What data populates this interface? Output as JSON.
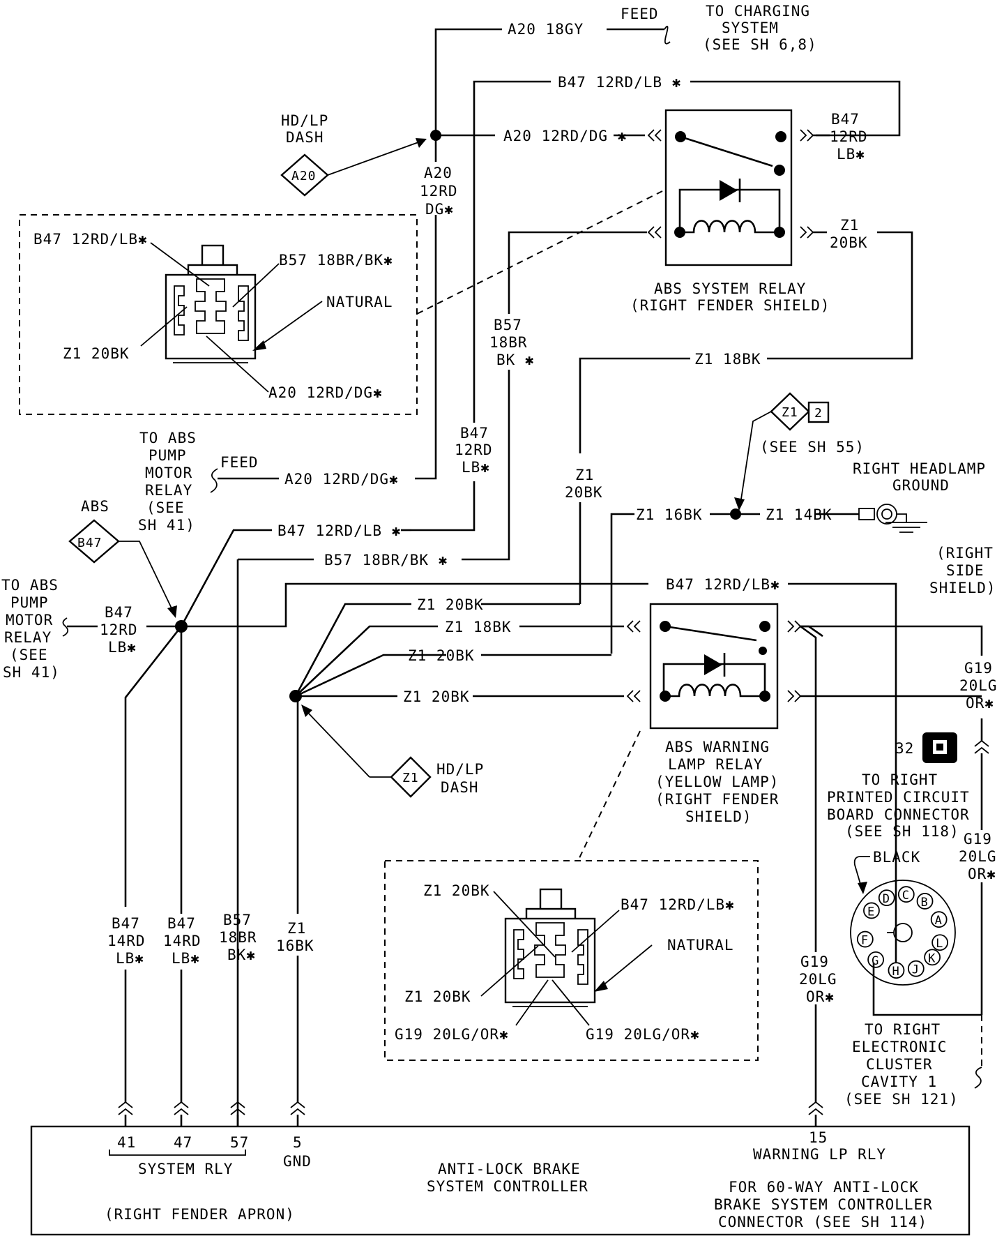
{
  "top": {
    "a20_18gy": "A20 18GY",
    "feed": "FEED",
    "charging_1": "TO CHARGING",
    "charging_2": "SYSTEM",
    "charging_3": "(SEE SH 6,8)",
    "b47_top": "B47 12RD/LB ✱",
    "hdlp_1": "HD/LP",
    "hdlp_2": "DASH",
    "a20_diamond": "A20",
    "a20_relay": "A20 12RD/DG ✱",
    "a20_vert_1": "A20",
    "a20_vert_2": "12RD",
    "a20_vert_3": "DG✱",
    "b47_r_1": "B47",
    "b47_r_2": "12RD",
    "b47_r_3": "LB✱",
    "z1_r_1": "Z1",
    "z1_r_2": "20BK"
  },
  "abs_system_relay": {
    "name_1": "ABS SYSTEM RELAY",
    "name_2": "(RIGHT FENDER SHIELD)"
  },
  "connector_detail_1": {
    "b47": "B47 12RD/LB✱",
    "b57": "B57 18BR/BK✱",
    "natural": "NATURAL",
    "z1": "Z1 20BK",
    "a20": "A20 12RD/DG✱"
  },
  "middle": {
    "b57_1": "B57",
    "b57_2": "18BR",
    "b57_3": "BK ✱",
    "z1_18bk": "Z1 18BK",
    "z1_diamond": "Z1",
    "z1_diamond_sheet": "2",
    "see_sh55": "(SEE SH 55)",
    "headlamp_1": "RIGHT HEADLAMP",
    "headlamp_2": "GROUND",
    "side_1": "(RIGHT",
    "side_2": "SIDE",
    "side_3": "SHIELD)",
    "pump_top_1": "TO ABS",
    "pump_top_2": "PUMP",
    "pump_top_3": "MOTOR",
    "pump_top_4": "RELAY",
    "pump_top_5": "(SEE",
    "pump_top_6": "SH 41)",
    "feed": "FEED",
    "a20_feed": "A20 12RD/DG✱",
    "b47_v_1": "B47",
    "b47_v_2": "12RD",
    "b47_v_3": "LB✱",
    "z1_v_1": "Z1",
    "z1_v_2": "20BK",
    "z1_16bk": "Z1 16BK",
    "z1_14bk": "Z1 14BK",
    "abs_label": "ABS",
    "b47_diamond": "B47",
    "b47_mid": "B47 12RD/LB ✱",
    "b57_mid": "B57 18BR/BK ✱",
    "b47_lamp": "B47 12RD/LB✱"
  },
  "left": {
    "pump_1": "TO ABS",
    "pump_2": "PUMP",
    "pump_3": "MOTOR",
    "pump_4": "RELAY",
    "pump_5": "(SEE",
    "pump_6": "SH 41)",
    "b47_1": "B47",
    "b47_2": "12RD",
    "b47_3": "LB✱"
  },
  "lamp_relay_wires": {
    "z1_a": "Z1 20BK",
    "z1_b": "Z1 18BK",
    "z1_c": "Z1 20BK",
    "z1_d": "Z1 20BK"
  },
  "abs_warning_relay": {
    "name_1": "ABS WARNING",
    "name_2": "LAMP RELAY",
    "name_3": "(YELLOW LAMP)",
    "name_4": "(RIGHT FENDER",
    "name_5": "SHIELD)"
  },
  "hdlp_z1": {
    "diamond": "Z1",
    "l1": "HD/LP",
    "l2": "DASH"
  },
  "right": {
    "g19_1": "G19",
    "g19_2": "20LG",
    "g19_3": "OR✱",
    "pcb_num": "32",
    "pcb_1": "TO RIGHT",
    "pcb_2": "PRINTED CIRCUIT",
    "pcb_3": "BOARD CONNECTOR",
    "pcb_4": "(SEE SH 118)",
    "g19b_1": "G19",
    "g19b_2": "20LG",
    "g19b_3": "OR✱",
    "black": "BLACK",
    "pins": [
      "A",
      "B",
      "C",
      "D",
      "E",
      "F",
      "G",
      "H",
      "J",
      "K",
      "L"
    ],
    "g19c_1": "G19",
    "g19c_2": "20LG",
    "g19c_3": "OR✱",
    "cluster_1": "TO RIGHT",
    "cluster_2": "ELECTRONIC",
    "cluster_3": "CLUSTER",
    "cluster_4": "CAVITY 1",
    "cluster_5": "(SEE SH 121)"
  },
  "connector_detail_2": {
    "z1_top": "Z1 20BK",
    "b47": "B47 12RD/LB✱",
    "natural": "NATURAL",
    "z1_bot": "Z1 20BK",
    "g19_l": "G19 20LG/OR✱",
    "g19_r": "G19 20LG/OR✱"
  },
  "bottom_wires": {
    "w1_1": "B47",
    "w1_2": "14RD",
    "w1_3": "LB✱",
    "w2_1": "B47",
    "w2_2": "14RD",
    "w2_3": "LB✱",
    "w3_1": "B57",
    "w3_2": "18BR",
    "w3_3": "BK✱",
    "w4_1": "Z1",
    "w4_2": "16BK",
    "w5_1": "G19",
    "w5_2": "20LG",
    "w5_3": "OR✱"
  },
  "controller": {
    "pin_41": "41",
    "pin_47": "47",
    "pin_57": "57",
    "pin_5": "5",
    "gnd": "GND",
    "system_rly": "SYSTEM RLY",
    "fender": "(RIGHT FENDER APRON)",
    "name_1": "ANTI-LOCK BRAKE",
    "name_2": "SYSTEM CONTROLLER",
    "pin_15": "15",
    "warning": "WARNING LP RLY",
    "note_1": "FOR 60-WAY ANTI-LOCK",
    "note_2": "BRAKE SYSTEM CONTROLLER",
    "note_3": "CONNECTOR (SEE SH 114)"
  }
}
